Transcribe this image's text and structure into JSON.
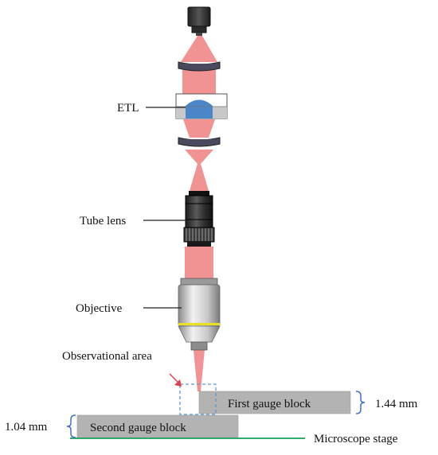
{
  "labels": {
    "etl": "ETL",
    "tube_lens": "Tube lens",
    "objective": "Objective",
    "observational_area": "Observational area",
    "first_gauge_block": "First gauge block",
    "second_gauge_block": "Second gauge block",
    "microscope_stage": "Microscope stage",
    "first_height": "1.44 mm",
    "second_height": "1.04 mm"
  },
  "colors": {
    "beam": "#f08080",
    "lens": "#4a4a5e",
    "etl_liquid": "#4a86c8",
    "gauge_block": "#b3b3b3",
    "stage_line": "#2eaa6e",
    "bracket": "#4472c4",
    "observation_box": "#5b9bd5",
    "arrow": "#e04050",
    "objective_ring": "#e8e020"
  },
  "icons": {
    "camera": "camera-icon",
    "relay_lens": "lens-icon"
  }
}
